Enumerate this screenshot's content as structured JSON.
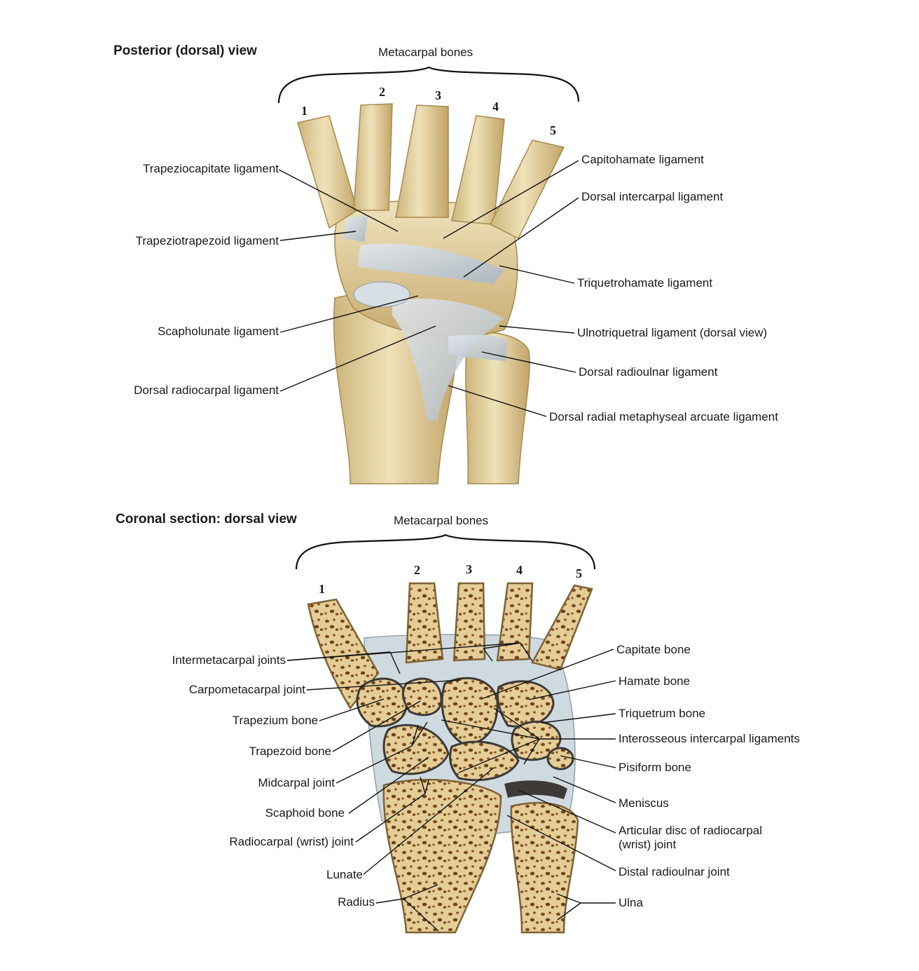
{
  "posterior": {
    "title": "Posterior (dorsal) view",
    "bracket_label": "Metacarpal bones",
    "metacarpal_numbers": [
      "1",
      "2",
      "3",
      "4",
      "5"
    ],
    "labels": {
      "trapeziocapitate": "Trapeziocapitate ligament",
      "trapeziotrapezoid": "Trapeziotrapezoid ligament",
      "scapholunate": "Scapholunate ligament",
      "dorsal_radiocarpal": "Dorsal radiocarpal ligament",
      "capitohamate": "Capitohamate ligament",
      "dorsal_intercarpal": "Dorsal intercarpal ligament",
      "triquetrohamate": "Triquetrohamate ligament",
      "ulnotriquetral": "Ulnotriquetral ligament (dorsal view)",
      "dorsal_radioulnar": "Dorsal radioulnar ligament",
      "arcuate": "Dorsal radial metaphyseal arcuate ligament"
    }
  },
  "coronal": {
    "title": "Coronal section: dorsal view",
    "bracket_label": "Metacarpal bones",
    "metacarpal_numbers": [
      "1",
      "2",
      "3",
      "4",
      "5"
    ],
    "labels": {
      "intermetacarpal": "Intermetacarpal joints",
      "carpometacarpal": "Carpometacarpal joint",
      "trapezium": "Trapezium bone",
      "trapezoid": "Trapezoid bone",
      "midcarpal": "Midcarpal joint",
      "scaphoid": "Scaphoid bone",
      "radiocarpal": "Radiocarpal (wrist) joint",
      "lunate": "Lunate",
      "radius": "Radius",
      "capitate": "Capitate bone",
      "hamate": "Hamate bone",
      "triquetrum": "Triquetrum bone",
      "interosseous": "Interosseous intercarpal ligaments",
      "pisiform": "Pisiform bone",
      "meniscus": "Meniscus",
      "articular_disc": "Articular disc of radiocarpal\n(wrist) joint",
      "distal_radioulnar": "Distal radioulnar joint",
      "ulna": "Ulna"
    }
  },
  "colors": {
    "bone": "#e6d3a0",
    "bone_shadow": "#c9ad72",
    "ligament": "#c8d2dc",
    "cancellous_spot": "#7a4a1e",
    "cartilage": "#b7c6cf",
    "joint_space": "#3d3a38"
  }
}
